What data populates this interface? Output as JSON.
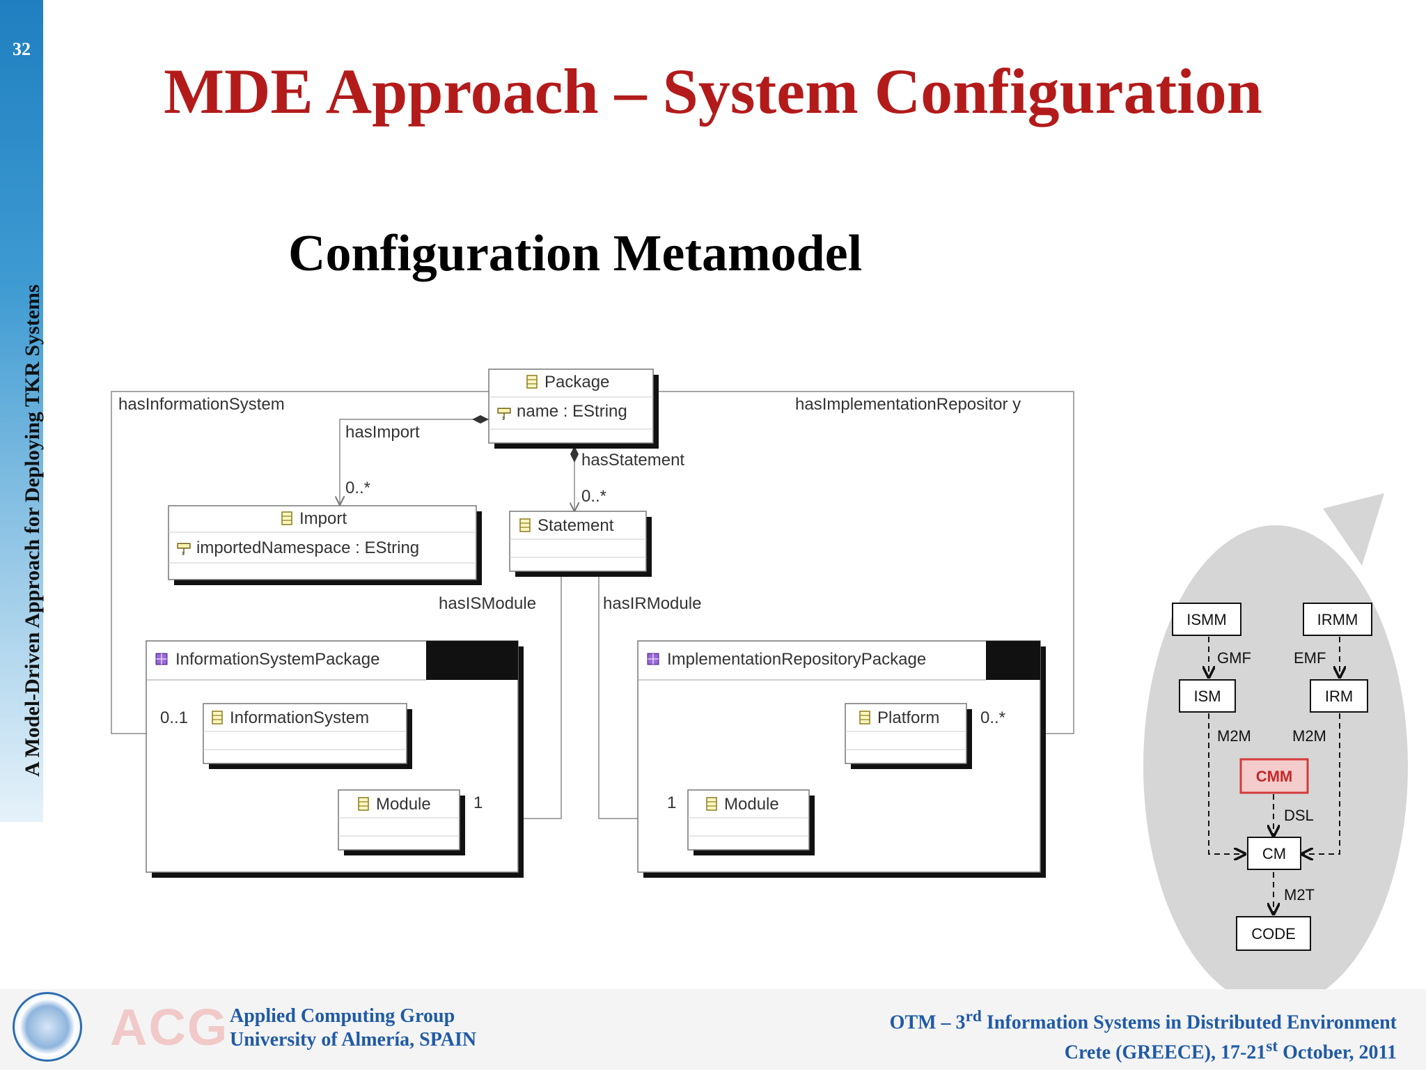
{
  "slide": {
    "number": "32",
    "side_title": "A Model-Driven Approach for Deploying TKR Systems",
    "title": "MDE Approach – System Configuration",
    "subtitle": "Configuration Metamodel"
  },
  "metamodel": {
    "package_class": "Package",
    "package_attr": "name : EString",
    "import_class": "Import",
    "import_attr": "importedNamespace : EString",
    "statement_class": "Statement",
    "is_package": "InformationSystemPackage",
    "ir_package": "ImplementationRepositoryPackage",
    "information_system": "InformationSystem",
    "platform": "Platform",
    "module_left": "Module",
    "module_right": "Module",
    "rel_has_information_system": "hasInformationSystem",
    "rel_has_import": "hasImport",
    "rel_has_statement": "hasStatement",
    "rel_has_impl_repo": "hasImplementationRepositor y",
    "rel_has_is_module": "hasISModule",
    "rel_has_ir_module": "hasIRModule",
    "mult_import": "0..*",
    "mult_statement": "0..*",
    "mult_is": "0..1",
    "mult_platform": "0..*",
    "mult_module_left": "1",
    "mult_module_right": "1"
  },
  "flow": {
    "ismm": "ISMM",
    "irmm": "IRMM",
    "gmf": "GMF",
    "emf": "EMF",
    "ism": "ISM",
    "irm": "IRM",
    "m2m_left": "M2M",
    "m2m_right": "M2M",
    "cmm": "CMM",
    "dsl": "DSL",
    "cm": "CM",
    "m2t": "M2T",
    "code": "CODE"
  },
  "footer": {
    "acg": "ACG",
    "group": "Applied Computing Group",
    "university": "University of Almería, SPAIN",
    "conf_pre": "OTM – 3",
    "conf_sup": "rd",
    "conf_post": " Information Systems in Distributed Environment",
    "place_pre": "Crete (GREECE), 17-21",
    "place_sup": "st",
    "place_post": " October, 2011"
  },
  "colors": {
    "title": "#b31b1b",
    "footer_text": "#1f5aa6",
    "cmm_fill": "#f4cccc",
    "cmm_border": "#d33b3b"
  }
}
